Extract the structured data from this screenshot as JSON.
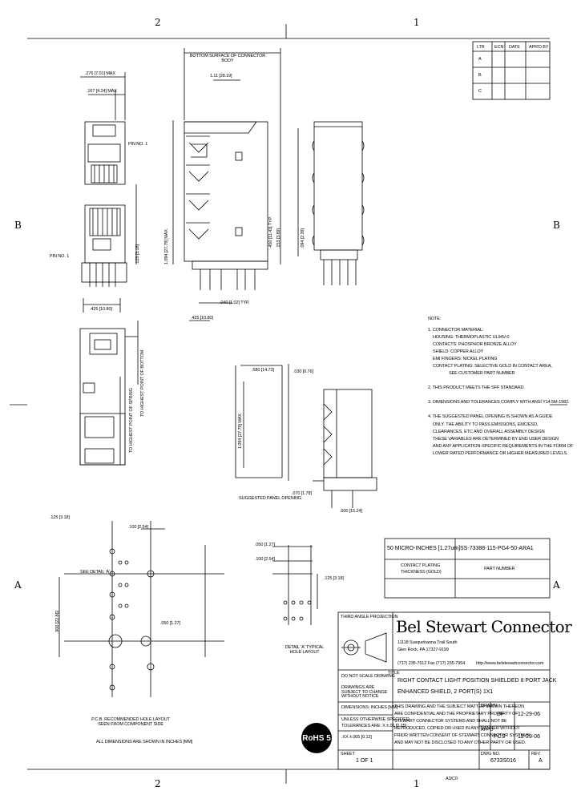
{
  "zones": {
    "top_2": "2",
    "top_1": "1",
    "left_b": "B",
    "right_b": "B",
    "left_a": "A",
    "right_a": "A",
    "bottom_2": "2",
    "bottom_1": "1"
  },
  "rev_table": {
    "headers": [
      "LTR",
      "ECN",
      "DATE",
      "APR'D BY"
    ],
    "rows": [
      [
        "A",
        "",
        "",
        ""
      ],
      [
        "B",
        "",
        "",
        ""
      ],
      [
        "C",
        "",
        "",
        ""
      ]
    ]
  },
  "dims": {
    "d1": ".276 [7.01] MAX",
    "d2": ".167 [4.24] MAX",
    "d3": "BOTTOM SURFACE OF CONNECTOR BODY",
    "d4": "1.11 [28.19]",
    "d5": "PIN NO. 1",
    "d6": ".125 [3.18]",
    "d7": "1.094 [27.79] MAX.",
    "d8": ".450 [11.43] TYP.",
    "d9": ".153 [3.89]",
    "d10": ".094 [2.39]",
    "d11": ".040 [1.02] TYP.",
    "d12": ".600 [15.24]",
    "d13": ".425 [10.80]",
    "d14": ".580 [14.73]",
    "d15": ".030 [0.76]",
    "d16": ".070 [1.78]",
    "d17": "SUGGESTED PANEL OPENING",
    "d18": "TO HIGHEST POINT OF BOTTOM ",
    "d19": ".900 [22.86]",
    "d20": "SEE DETAIL 'A'",
    "d21": ".125 [3.18]",
    "d22": ".050 [1.27]",
    "d23": ".100 [2.54]",
    "d24": "DETAIL 'A' TYPICAL HOLE LAYOUT",
    "d25": "P.C.B. RECOMMENDED HOLE LAYOUT SEEN FROM COMPONENT SIDE",
    "d26": "ALL DIMENSIONS ARE SHOWN IN INCHES [MM]",
    "d27": "TO HIGHEST POINT OF SPRING"
  },
  "notes": {
    "title": "NOTE:",
    "n1": "1. CONNECTOR MATERIAL:",
    "n1a": "HOUSING: THERMOPLASTIC UL94V-0",
    "n1b": "CONTACTS: PHOSPHOR BRONZE ALLOY",
    "n1c": "SHIELD: COPPER ALLOY",
    "n1d": "EMI FINGERS: NICKEL PLATING",
    "n1e": "CONTACT PLATING: SELECTIVE GOLD IN CONTACT AREA,",
    "n1f": "SEE CUSTOMER PART NUMBER",
    "n2": "2. THIS PRODUCT MEETS THE SFF STANDARD.",
    "n3": "3. DIMENSIONS AND TOLERANCES COMPLY WITH ANSI Y14.5M-1982.",
    "n4": "4. THE SUGGESTED PANEL OPENING IS SHOWN AS A GUIDE",
    "n4a": "ONLY. THE ABILITY TO PASS EMISSIONS, EMC/ESD,",
    "n4b": "CLEARANCES, ETC AND OVERALL ASSEMBLY DESIGN",
    "n4c": "THESE VARIABLES ARE DETERMINED BY END USER DESIGN",
    "n4d": "AND ANY APPLICATION-SPECIFIC REQUIREMENTS IN THE FORM OF",
    "n4e": "LOWER RATED PERFORMANCE OR HIGHER MEASURED LEVELS."
  },
  "pn_block": {
    "plating": "50 MICRO-INCHES [1.27um]",
    "part_number": "SS-73388-115-PG4-50-ARA1",
    "label_plating": "CONTACT PLATING",
    "label_plating2": "THICKNESS (GOLD)",
    "label_pn": "PART NUMBER"
  },
  "title_block": {
    "projection": "THIRD ANGLE PROJECTION",
    "brand": "Bel Stewart Connector",
    "address1": "11118 Susquehanna Trail South",
    "address2": "Glen Rock, PA 17327-9199",
    "phone": "(717) 235-7512  Fax (717) 235-7954",
    "website": "http://www.belstewartconnector.com",
    "title_label": "TITLE",
    "title_line1": "RIGHT CONTACT LIGHT POSITION SHIELDED 8 PORT JACK",
    "title_line2": "ENHANCED SHIELD, 2 PORT(S) 1X1",
    "drawn_label": "DRAWN",
    "drawn_by": "BF",
    "drawn_date": "12-29-06",
    "appd_label": "APP'D",
    "appd_by": "PCS",
    "appd_date": "12-29-06",
    "scale_label": "DO NOT SCALE DRAWING",
    "change_note": "DRAWINGS ARE SUBJECT TO CHANGE WITHOUT NOTICE",
    "dims_label": "DIMENSIONS: INCHES [MM]",
    "tolerance1": "UNLESS OTHERWISE SPECIFIED",
    "tolerance2": "TOLERANCES ARE: X ±.01 [0.25]",
    "tolerance3": ".XX ±.005 [0.13]",
    "prop1": "THIS DRAWING AND THE SUBJECT MATTER SHOWN THEREON",
    "prop2": "ARE CONFIDENTIAL AND THE PROPRIETARY PROPERTY OF",
    "prop3": "STEWART CONNECTOR SYSTEMS AND SHALL NOT BE",
    "prop4": "REPRODUCED, COPIED OR USED IN ANY MANNER WITHOUT",
    "prop5": "PRIOR WRITTEN CONSENT OF STEWART CONNECTOR SYSTEMS.",
    "prop6": "AND MAY NOT BE DISCLOSED TO ANY OTHER PARTY OR USED.",
    "sheet_label": "SHEET",
    "sheet": "1 OF 1",
    "dwg_label": "DWG NO.",
    "dwg_no": "6733S016",
    "rev_label": "REV",
    "rev": "A",
    "rohs": "RoHS 5"
  },
  "sheet_size": "A3/C0"
}
